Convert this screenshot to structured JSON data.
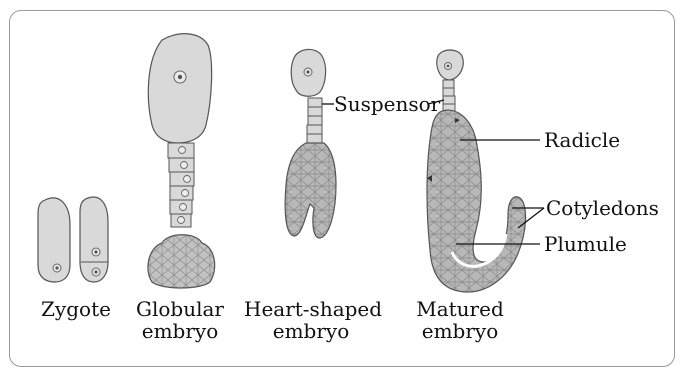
{
  "figure": {
    "stages": [
      {
        "line1": "Zygote",
        "line2": ""
      },
      {
        "line1": "Globular",
        "line2": "embryo"
      },
      {
        "line1": "Heart-shaped",
        "line2": "embryo"
      },
      {
        "line1": "Matured",
        "line2": "embryo"
      }
    ],
    "labels": {
      "suspensor": "Suspensor",
      "radicle": "Radicle",
      "cotyledons": "Cotyledons",
      "plumule": "Plumule"
    }
  },
  "colors": {
    "cell_fill": "#d9d9d9",
    "tissue_fill": "#b8b8b8",
    "outline": "#555555",
    "nucleus": "#777777"
  }
}
